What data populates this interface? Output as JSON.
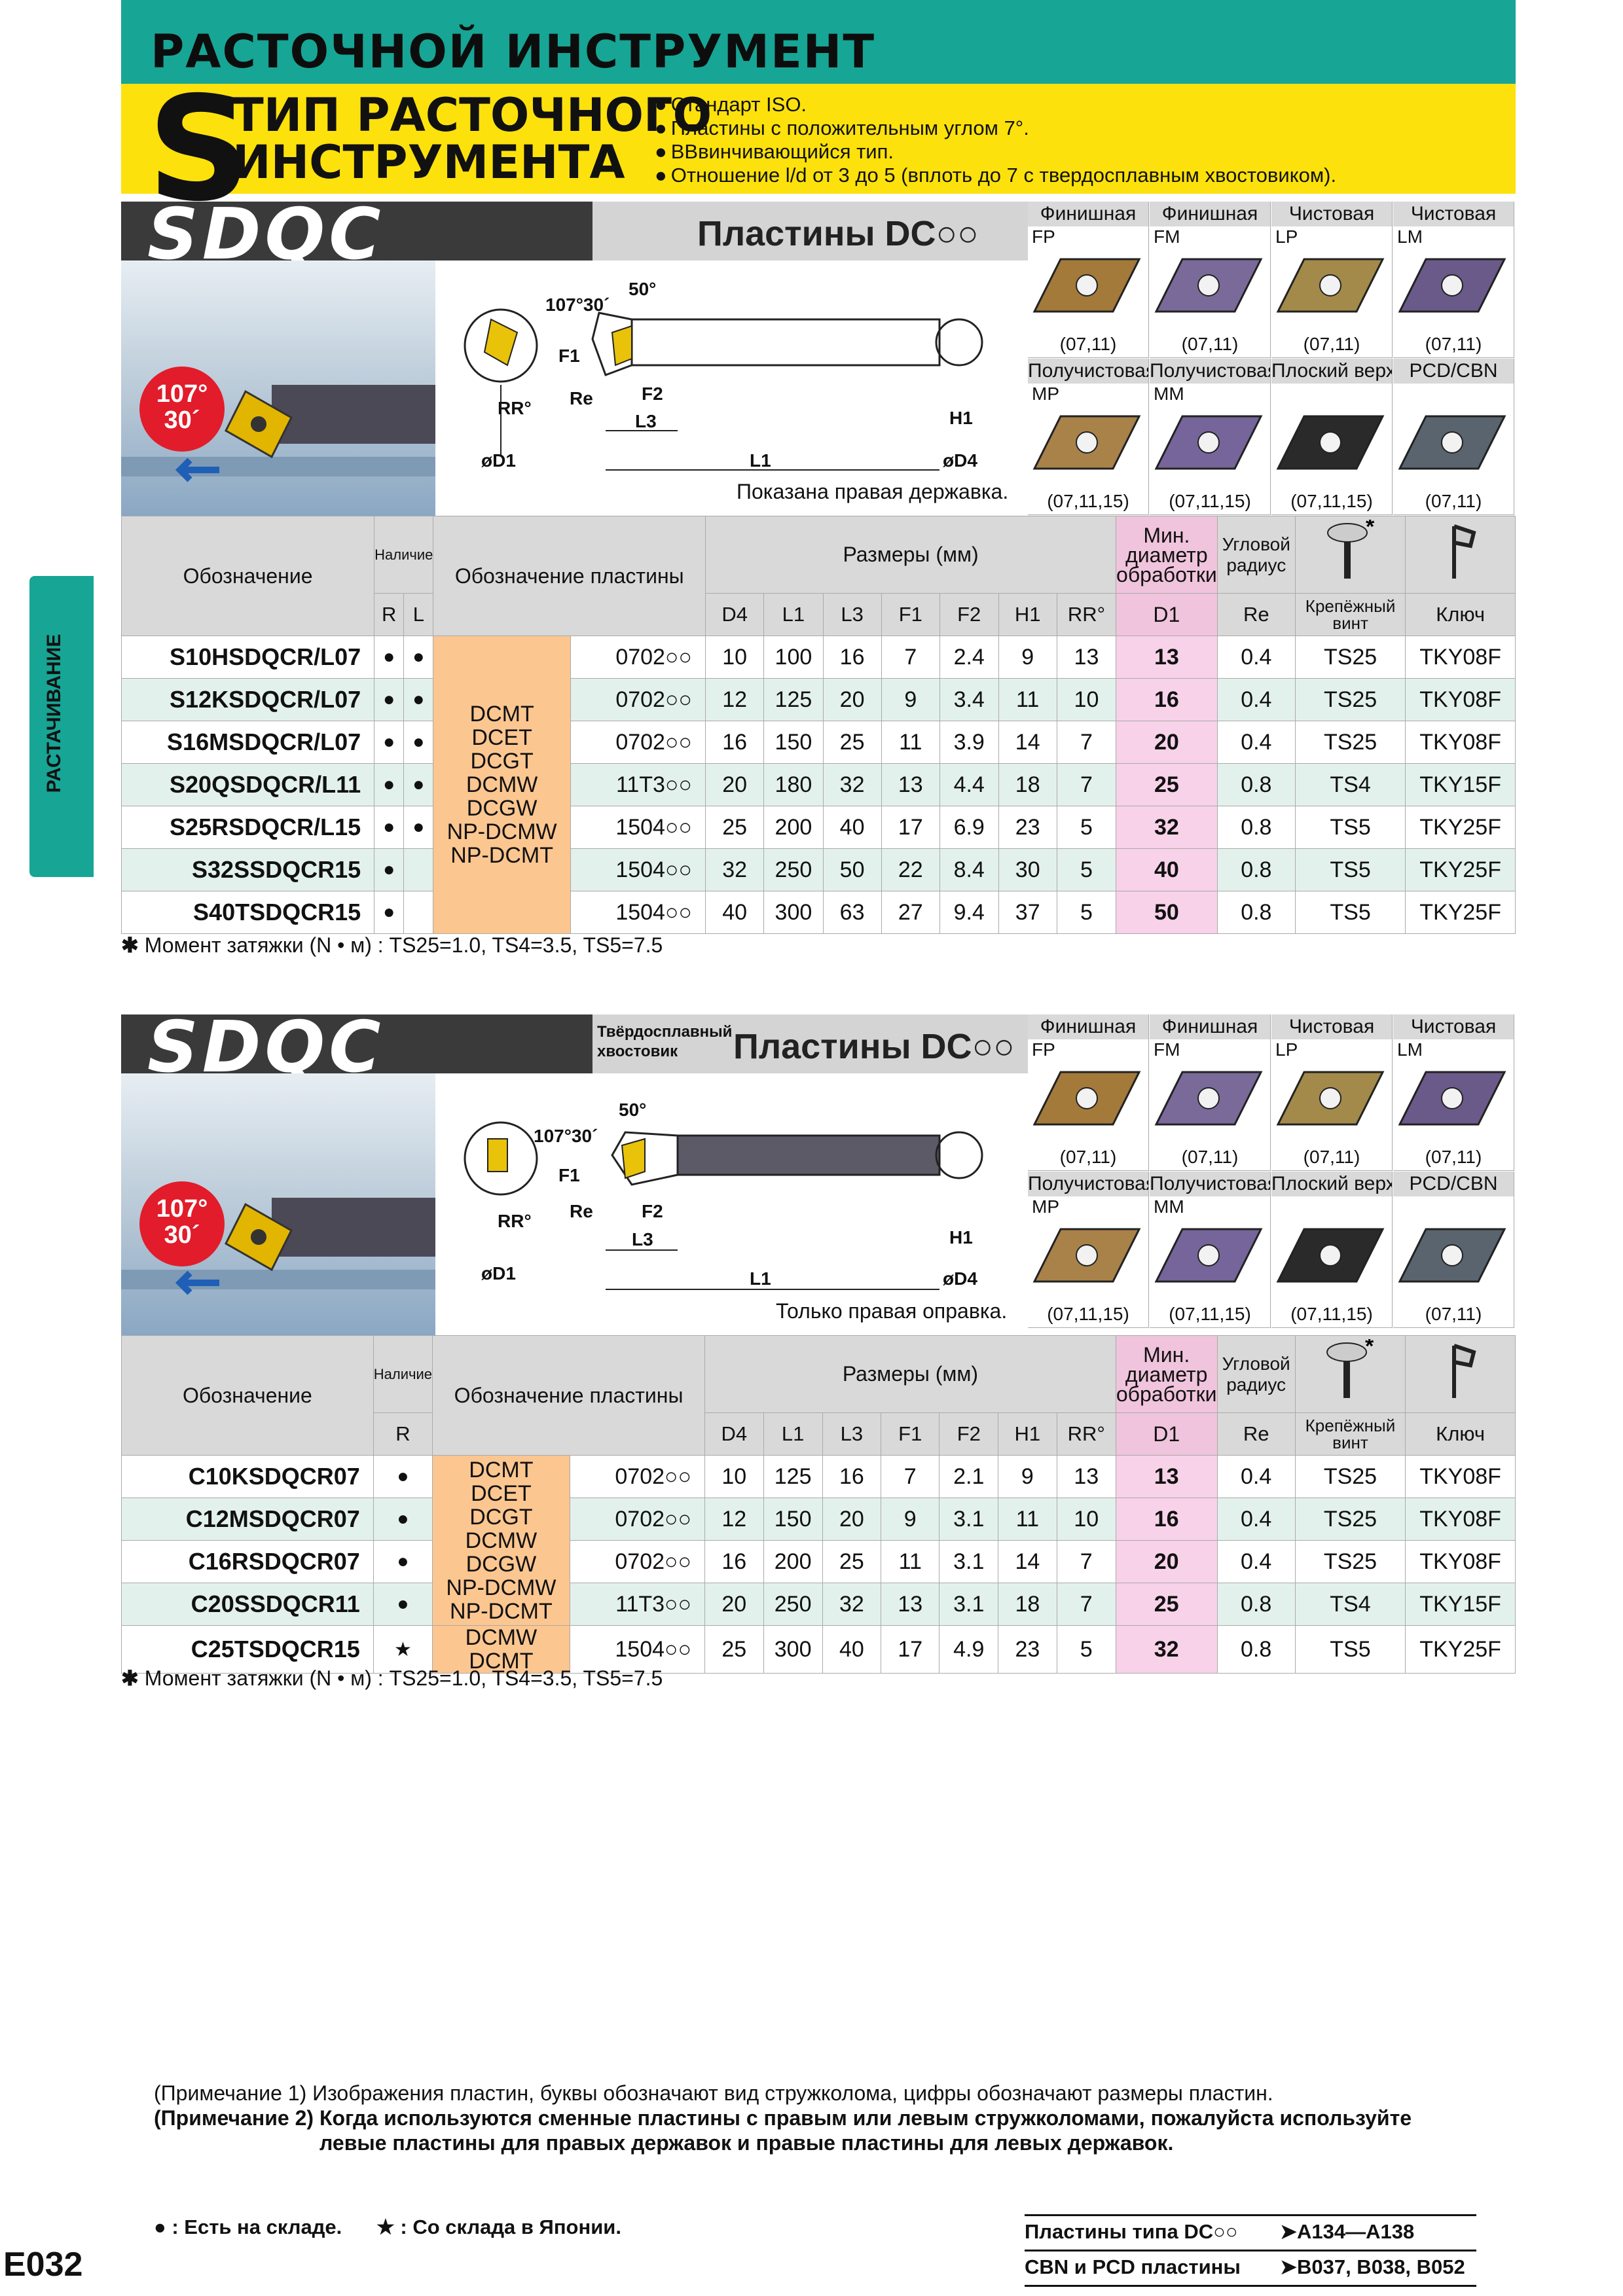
{
  "header": {
    "title": "РАСТОЧНОЙ ИНСТРУМЕНТ",
    "big_letter": "S",
    "type_line1": "ТИП РАСТОЧНОГО",
    "type_line2": "ИНСТРУМЕНТА",
    "features": [
      "Стандарт ISO.",
      "Пластины с положительным углом 7°.",
      "ВВвинчивающийся тип.",
      "Отношение l/d от 3 до 5 (вплоть до 7 с твердосплавным хвостовиком)."
    ]
  },
  "side_tab": "РАСТАЧИВАНИЕ",
  "grades": [
    {
      "name": "Финишная",
      "code": "FP",
      "sizes": "(07,11)",
      "color": "#a37a3a"
    },
    {
      "name": "Финишная",
      "code": "FM",
      "sizes": "(07,11)",
      "color": "#7a6a9a"
    },
    {
      "name": "Чистовая",
      "code": "LP",
      "sizes": "(07,11)",
      "color": "#a38a4a"
    },
    {
      "name": "Чистовая",
      "code": "LM",
      "sizes": "(07,11)",
      "color": "#6a5a8a"
    },
    {
      "name": "Получистовая",
      "code": "MP",
      "sizes": "(07,11,15)",
      "color": "#a9824a"
    },
    {
      "name": "Получистовая",
      "code": "MM",
      "sizes": "(07,11,15)",
      "color": "#76659a"
    },
    {
      "name": "Плоский верх",
      "code": "",
      "sizes": "(07,11,15)",
      "color": "#2a2a2a"
    },
    {
      "name": "PCD/CBN",
      "code": "",
      "sizes": "(07,11)",
      "color": "#59646e"
    }
  ],
  "section1": {
    "series": "SDQC",
    "inserts_title": "Пластины DC○○",
    "angle_badge": "107°\n30´",
    "drawing_labels": {
      "a1": "107°30´",
      "a2": "50°",
      "f1": "F1",
      "f2": "F2",
      "re": "Re",
      "rr": "RR°",
      "l3": "L3",
      "l1": "L1",
      "h1": "H1",
      "d1": "øD1",
      "d4": "øD4"
    },
    "drawing_note": "Показана правая державка.",
    "table_headers": {
      "designation": "Обозначение",
      "stock": "Наличие",
      "insert": "Обозначение пластины",
      "dims": "Размеры (мм)",
      "min_d": "Мин. диаметр обработки",
      "corner": "Угловой радиус",
      "screw": "Крепёжный винт",
      "key": "Ключ",
      "r": "R",
      "l": "L",
      "cols": [
        "D4",
        "L1",
        "L3",
        "F1",
        "F2",
        "H1",
        "RR°"
      ],
      "d1": "D1",
      "re": "Re",
      "star": "*"
    },
    "insert_types": [
      "DCMT",
      "DCET",
      "DCGT",
      "DCMW",
      "DCGW",
      "NP-DCMW",
      "NP-DCMT"
    ],
    "rows": [
      {
        "name": "S10HSDQCR/L07",
        "r": "●",
        "l": "●",
        "size": "0702○○",
        "d4": "10",
        "l1": "100",
        "l3": "16",
        "f1": "7",
        "f2": "2.4",
        "h1": "9",
        "rr": "13",
        "d1": "13",
        "re": "0.4",
        "screw": "TS25",
        "key": "TKY08F"
      },
      {
        "name": "S12KSDQCR/L07",
        "r": "●",
        "l": "●",
        "size": "0702○○",
        "d4": "12",
        "l1": "125",
        "l3": "20",
        "f1": "9",
        "f2": "3.4",
        "h1": "11",
        "rr": "10",
        "d1": "16",
        "re": "0.4",
        "screw": "TS25",
        "key": "TKY08F"
      },
      {
        "name": "S16MSDQCR/L07",
        "r": "●",
        "l": "●",
        "size": "0702○○",
        "d4": "16",
        "l1": "150",
        "l3": "25",
        "f1": "11",
        "f2": "3.9",
        "h1": "14",
        "rr": "7",
        "d1": "20",
        "re": "0.4",
        "screw": "TS25",
        "key": "TKY08F"
      },
      {
        "name": "S20QSDQCR/L11",
        "r": "●",
        "l": "●",
        "size": "11T3○○",
        "d4": "20",
        "l1": "180",
        "l3": "32",
        "f1": "13",
        "f2": "4.4",
        "h1": "18",
        "rr": "7",
        "d1": "25",
        "re": "0.8",
        "screw": "TS4",
        "key": "TKY15F"
      },
      {
        "name": "S25RSDQCR/L15",
        "r": "●",
        "l": "●",
        "size": "1504○○",
        "d4": "25",
        "l1": "200",
        "l3": "40",
        "f1": "17",
        "f2": "6.9",
        "h1": "23",
        "rr": "5",
        "d1": "32",
        "re": "0.8",
        "screw": "TS5",
        "key": "TKY25F"
      },
      {
        "name": "S32SSDQCR15",
        "r": "●",
        "l": "",
        "size": "1504○○",
        "d4": "32",
        "l1": "250",
        "l3": "50",
        "f1": "22",
        "f2": "8.4",
        "h1": "30",
        "rr": "5",
        "d1": "40",
        "re": "0.8",
        "screw": "TS5",
        "key": "TKY25F"
      },
      {
        "name": "S40TSDQCR15",
        "r": "●",
        "l": "",
        "size": "1504○○",
        "d4": "40",
        "l1": "300",
        "l3": "63",
        "f1": "27",
        "f2": "9.4",
        "h1": "37",
        "rr": "5",
        "d1": "50",
        "re": "0.8",
        "screw": "TS5",
        "key": "TKY25F"
      }
    ],
    "torque": "Момент затяжки (N • м) : TS25=1.0, TS4=3.5, TS5=7.5"
  },
  "section2": {
    "series": "SDQC",
    "carbide": "Твёрдосплавный хвостовик",
    "inserts_title": "Пластины DC○○",
    "angle_badge": "107°\n30´",
    "drawing_note": "Только правая оправка.",
    "insert_group_a": [
      "DCMT",
      "DCET",
      "DCGT",
      "DCMW",
      "DCGW",
      "NP-DCMW",
      "NP-DCMT"
    ],
    "insert_group_b": [
      "DCMW",
      "DCMT"
    ],
    "rows": [
      {
        "name": "C10KSDQCR07",
        "r": "●",
        "size": "0702○○",
        "d4": "10",
        "l1": "125",
        "l3": "16",
        "f1": "7",
        "f2": "2.1",
        "h1": "9",
        "rr": "13",
        "d1": "13",
        "re": "0.4",
        "screw": "TS25",
        "key": "TKY08F"
      },
      {
        "name": "C12MSDQCR07",
        "r": "●",
        "size": "0702○○",
        "d4": "12",
        "l1": "150",
        "l3": "20",
        "f1": "9",
        "f2": "3.1",
        "h1": "11",
        "rr": "10",
        "d1": "16",
        "re": "0.4",
        "screw": "TS25",
        "key": "TKY08F"
      },
      {
        "name": "C16RSDQCR07",
        "r": "●",
        "size": "0702○○",
        "d4": "16",
        "l1": "200",
        "l3": "25",
        "f1": "11",
        "f2": "3.1",
        "h1": "14",
        "rr": "7",
        "d1": "20",
        "re": "0.4",
        "screw": "TS25",
        "key": "TKY08F"
      },
      {
        "name": "C20SSDQCR11",
        "r": "●",
        "size": "11T3○○",
        "d4": "20",
        "l1": "250",
        "l3": "32",
        "f1": "13",
        "f2": "3.1",
        "h1": "18",
        "rr": "7",
        "d1": "25",
        "re": "0.8",
        "screw": "TS4",
        "key": "TKY15F"
      },
      {
        "name": "C25TSDQCR15",
        "r": "★",
        "size": "1504○○",
        "d4": "25",
        "l1": "300",
        "l3": "40",
        "f1": "17",
        "f2": "4.9",
        "h1": "23",
        "rr": "5",
        "d1": "32",
        "re": "0.8",
        "screw": "TS5",
        "key": "TKY25F"
      }
    ],
    "torque": "Момент затяжки (N • м) : TS25=1.0, TS4=3.5, TS5=7.5"
  },
  "notes": {
    "n1_label": "(Примечание 1)",
    "n1": "Изображения пластин, буквы обозначают вид стружколома, цифры обозначают размеры пластин.",
    "n2_label": "(Примечание 2)",
    "n2a": "Когда используются сменные пластины с правым или левым стружколомами, пожалуйста используйте",
    "n2b": "левые пластины для правых державок и правые пластины для левых державок."
  },
  "legend": {
    "stock": "● : Есть на складе.",
    "japan": "★ : Со склада в Японии."
  },
  "refs": [
    {
      "label": "Пластины типа DC○○",
      "pages": "➤A134—A138"
    },
    {
      "label": "CBN и PCD пластины",
      "pages": "➤B037, B038, B052"
    }
  ],
  "page_number": "E032",
  "colors": {
    "teal": "#17a595",
    "yellow": "#fde10c",
    "orange": "#fcc690",
    "pink": "#f7d2e9",
    "stripe": "#e3f1ec"
  }
}
